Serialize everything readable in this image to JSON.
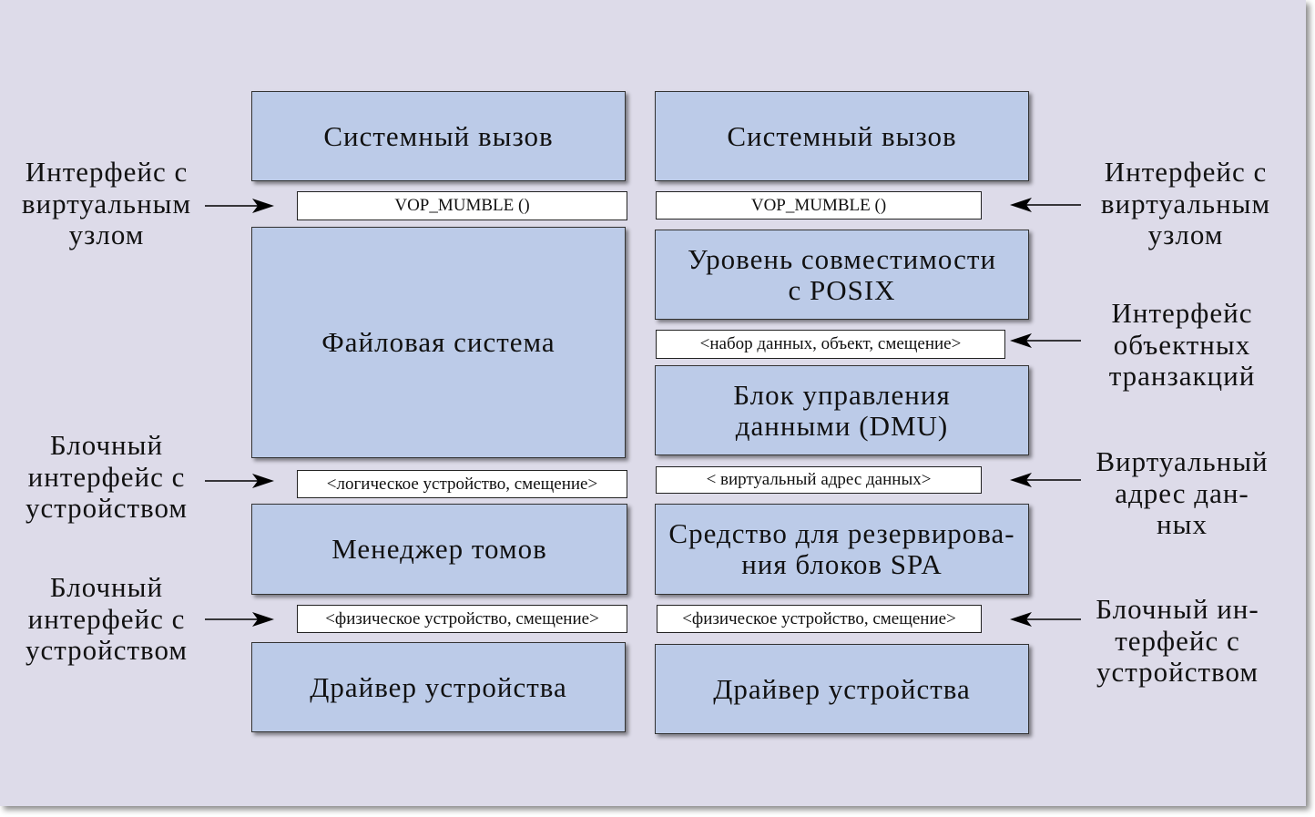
{
  "colors": {
    "background": "#dddbe9",
    "box_fill": "#bccbe8",
    "interface_fill": "#ffffff"
  },
  "left": {
    "system_call": "Системный вызов",
    "vop": "VOP_MUMBLE ()",
    "filesystem": "Файловая система",
    "logical": "<логическое устройство, смещение>",
    "volume_manager": "Менеджер томов",
    "physical": "<физическое устройство, смещение>",
    "driver": "Драйвер устройства"
  },
  "right": {
    "system_call": "Системный вызов",
    "vop": "VOP_MUMBLE ()",
    "posix": [
      "Уровень совместимости",
      "с POSIX"
    ],
    "tuple": "<набор данных, объект, смещение>",
    "dmu": [
      "Блок управления",
      "данными (DMU)"
    ],
    "dva": "< виртуальный адрес данных>",
    "spa": [
      "Средство для резервирова-",
      "ния блоков SPA"
    ],
    "physical": "<физическое устройство, смещение>",
    "driver": "Драйвер устройства"
  },
  "left_labels": {
    "vnode": [
      "Интерфейс с",
      "виртуальным",
      "узлом"
    ],
    "block1": [
      "Блочный",
      "интерфейс с",
      "устройством"
    ],
    "block2": [
      "Блочный",
      "интерфейс с",
      "устройством"
    ]
  },
  "right_labels": {
    "vnode": [
      "Интерфейс с",
      "виртуальным",
      "узлом"
    ],
    "object": [
      "Интерфейс",
      "объектных",
      "транзакций"
    ],
    "dva": [
      "Виртуальный",
      "адрес дан-",
      "ных"
    ],
    "block": [
      "Блочный ин-",
      "терфейс с",
      "устройством"
    ]
  }
}
